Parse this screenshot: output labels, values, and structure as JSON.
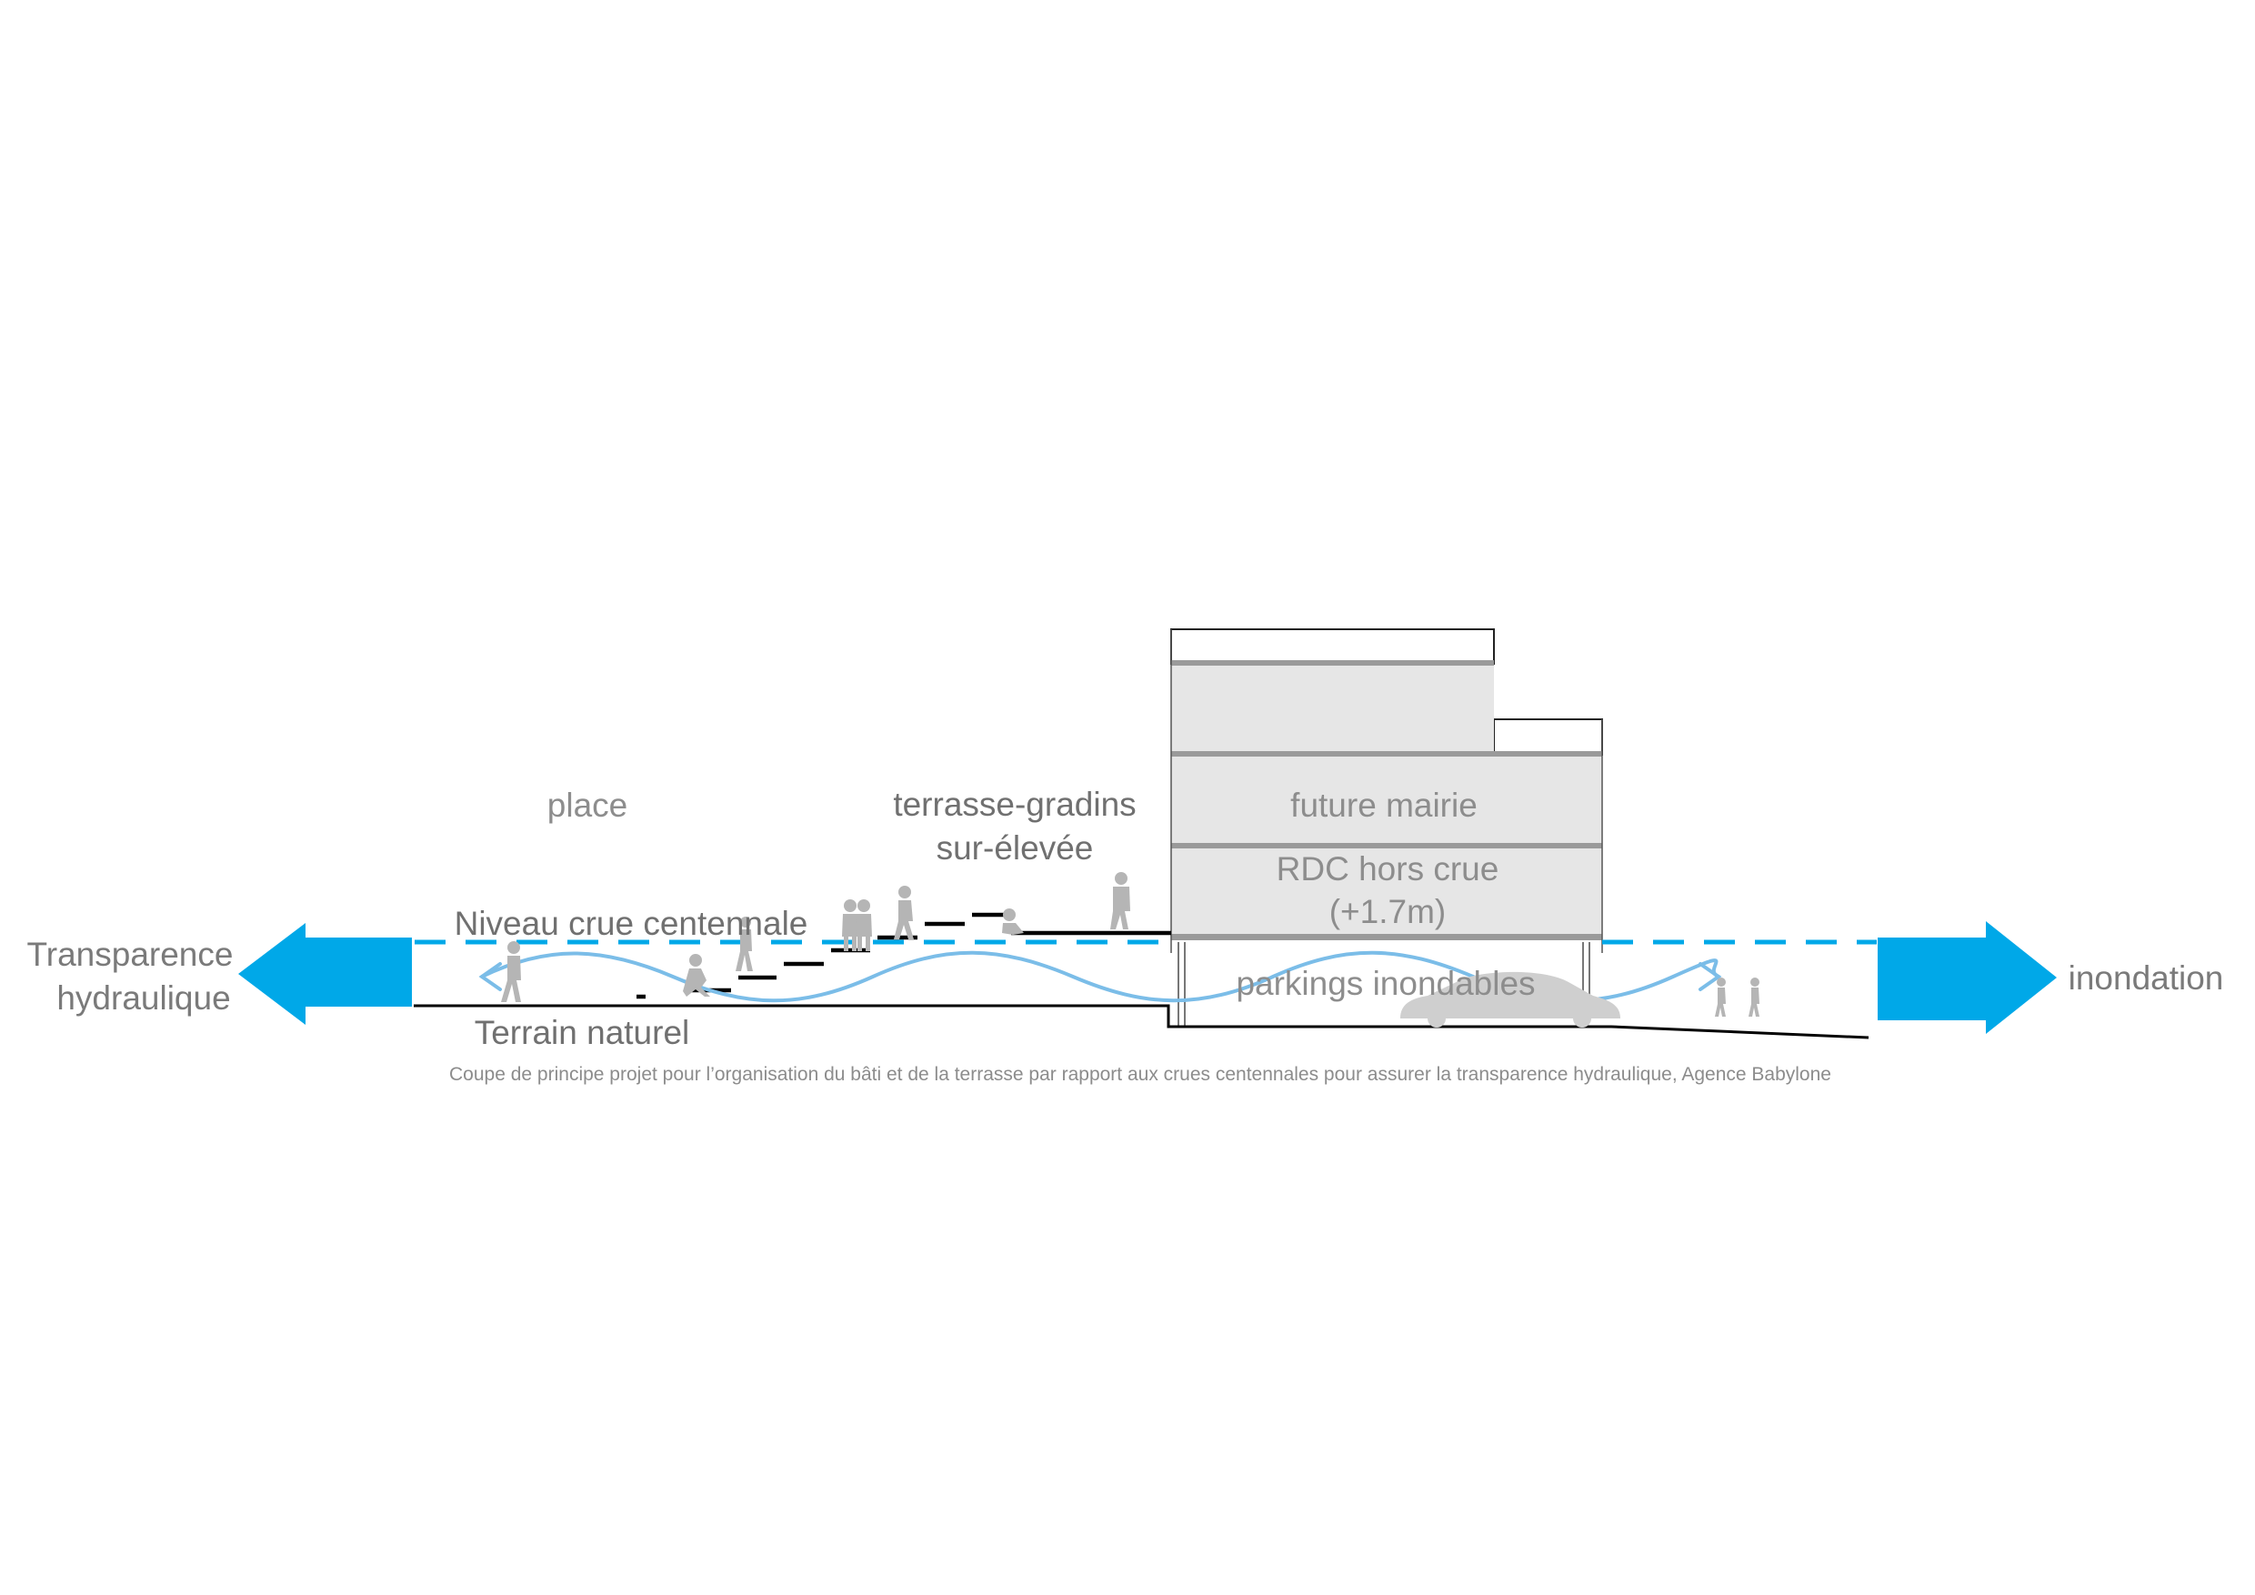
{
  "colors": {
    "flood_blue": "#00a8e8",
    "wave_blue": "#7bbde8",
    "building_fill": "#e6e6e6",
    "building_band": "#9a9a9a",
    "ground_line": "#000000",
    "silhouette": "#b5b5b5",
    "text": "#7a7a7a"
  },
  "labels": {
    "left_arrow": [
      "Transparence",
      "hydraulique"
    ],
    "right_arrow": "inondation",
    "place": "place",
    "terrace": [
      "terrasse-gradins",
      "sur-élevée"
    ],
    "flood_level": "Niveau crue centennale",
    "natural_ground": "Terrain naturel",
    "future_townhall": "future mairie",
    "ground_floor": [
      "RDC hors crue",
      "(+1.7m)"
    ],
    "parking": "parkings inondables"
  },
  "caption": "Coupe de principe projet pour l’organisation du bâti et de la terrasse par rapport aux crues centennales pour assurer la transparence hydraulique, Agence Babylone",
  "icons": [
    "left-flow-arrow-icon",
    "right-flow-arrow-icon",
    "wave-flow-icon",
    "person-silhouette-icon",
    "car-silhouette-icon"
  ]
}
